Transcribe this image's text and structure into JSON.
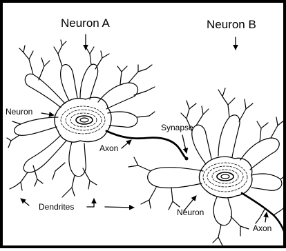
{
  "labels": {
    "neuron_a": "Neuron A",
    "neuron_b": "Neuron B",
    "neuron_left": "Neuron",
    "axon_a": "Axon",
    "synapse": "Synapse",
    "dendrites": "Dendrites",
    "neuron_b_body": "Neuron",
    "axon_b": "Axon"
  },
  "colors": {
    "ink": "#000000",
    "background": "#ffffff"
  }
}
